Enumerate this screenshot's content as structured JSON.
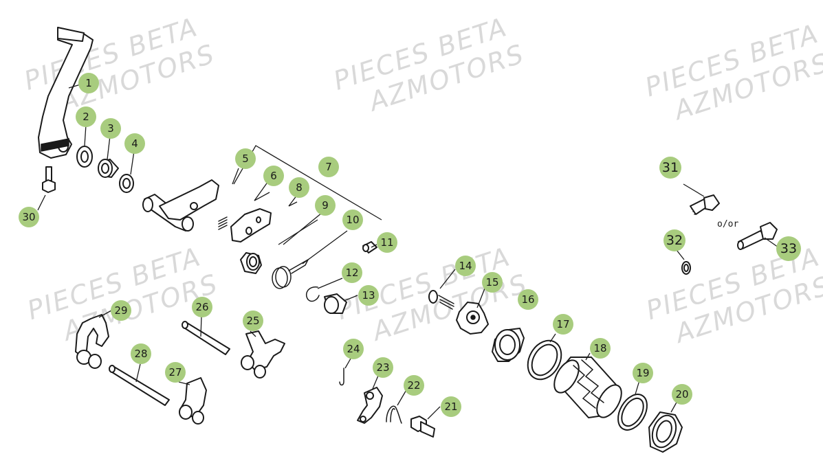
{
  "watermark": {
    "line1": "PIECES BETA",
    "line2": "AZMOTORS"
  },
  "alternative_note": "o/or",
  "callouts": [
    "1",
    "2",
    "3",
    "4",
    "5",
    "6",
    "7",
    "8",
    "9",
    "10",
    "11",
    "12",
    "13",
    "14",
    "15",
    "16",
    "17",
    "18",
    "19",
    "20",
    "21",
    "22",
    "23",
    "24",
    "25",
    "26",
    "27",
    "28",
    "29",
    "30",
    "31",
    "32",
    "33"
  ],
  "colors": {
    "badge": "#a8cc7e",
    "line": "#1a1a1a",
    "watermark": "#d9d9d9"
  }
}
